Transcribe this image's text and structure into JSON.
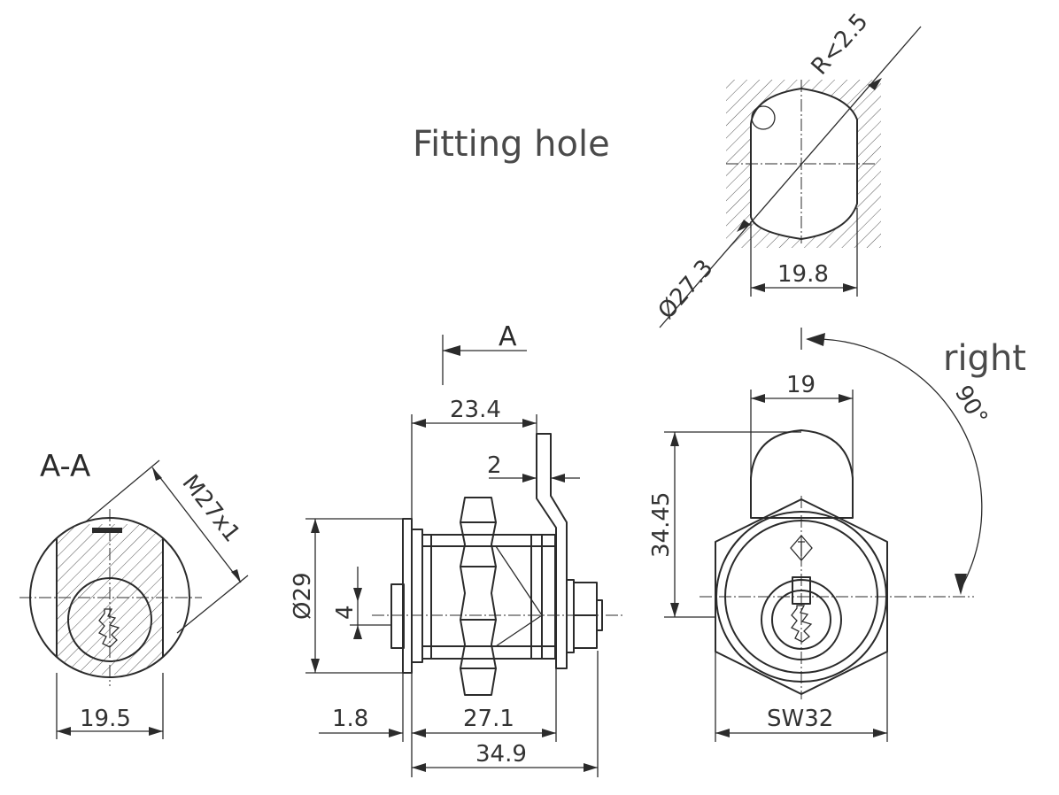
{
  "titles": {
    "fitting_hole": "Fitting hole",
    "section": "A-A",
    "view_arrow": "A",
    "rotation_direction": "right",
    "rotation_angle": "90°"
  },
  "dimensions": {
    "radius": "R<2.5",
    "hole_diameter": "Ø27.3",
    "hole_width": "19.8",
    "thread": "M27x1",
    "section_width": "19.5",
    "body_offset": "23.4",
    "cam_thickness": "2",
    "flange_diameter": "Ø29",
    "cam_height": "4",
    "flange_thickness": "1.8",
    "body_length": "27.1",
    "total_length": "34.9",
    "width_top": "19",
    "height": "34.45",
    "wrench_size": "SW32"
  }
}
